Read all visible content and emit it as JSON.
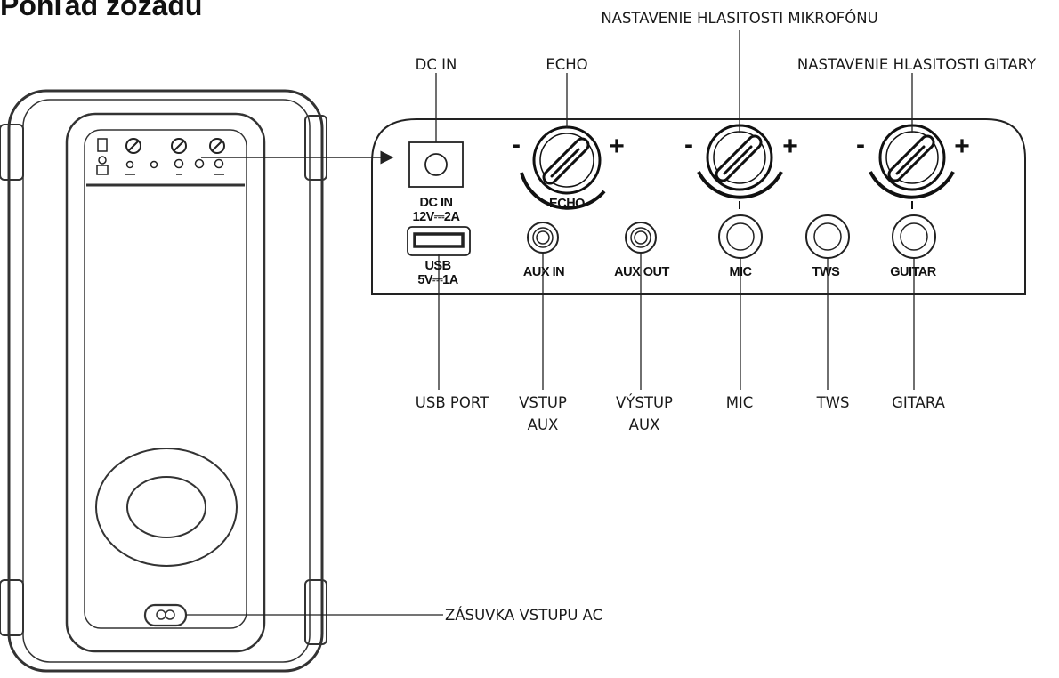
{
  "title": "Pohľad zozadu",
  "callouts": {
    "dc_in": "DC IN",
    "echo": "ECHO",
    "mic_volume": "NASTAVENIE HLASITOSTI MIKROFÓNU",
    "guitar_volume": "NASTAVENIE HLASITOSTI GITARY",
    "usb_port": "USB PORT",
    "aux_in_line1": "VSTUP",
    "aux_in_line2": "AUX",
    "aux_out_line1": "VÝSTUP",
    "aux_out_line2": "AUX",
    "mic": "MIC",
    "tws": "TWS",
    "guitar": "GITARA",
    "ac_socket": "ZÁSUVKA VSTUPU AC"
  },
  "panel": {
    "dc_in_line1": "DC IN",
    "dc_in_line2": "12V⎓2A",
    "usb_line1": "USB",
    "usb_line2": "5V⎓1A",
    "echo_knob": "ECHO",
    "aux_in": "AUX IN",
    "aux_out": "AUX OUT",
    "mic": "MIC",
    "tws": "TWS",
    "guitar": "GUITAR",
    "minus": "-",
    "plus": "+"
  }
}
